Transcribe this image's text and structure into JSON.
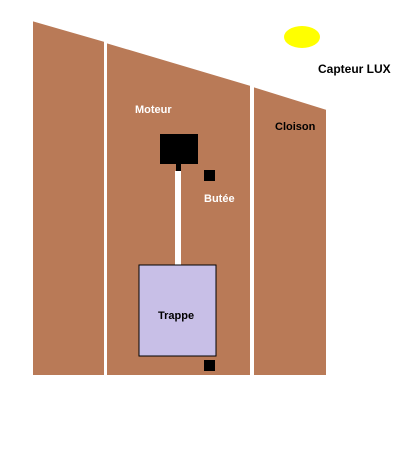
{
  "labels": {
    "sensor": "Capteur LUX",
    "motor": "Moteur",
    "partition": "Cloison",
    "stop": "Butée",
    "hatch": "Trappe"
  },
  "colors": {
    "wall": "#b97a57",
    "wall_outline": "#ffffff",
    "sun": "#ffff00",
    "hatch_fill": "#c8bfe7",
    "block": "#000000",
    "rod": "#ffffff",
    "label_light": "#ffffff",
    "label_dark": "#000000"
  }
}
